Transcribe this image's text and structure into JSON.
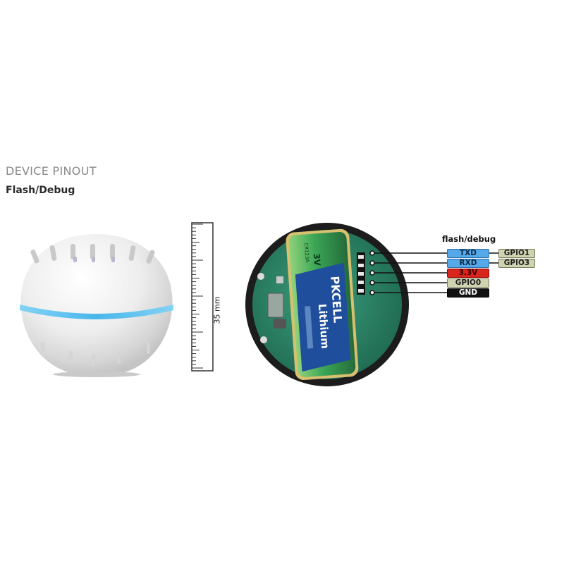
{
  "header": {
    "title": "DEVICE PINOUT",
    "subtitle": "Flash/Debug"
  },
  "ruler": {
    "label": "35 mm"
  },
  "battery": {
    "voltage": "3V",
    "model": "CR123A",
    "brand": "PKCELL",
    "type": "Lithium"
  },
  "pinout": {
    "title": "flash/debug",
    "pins": [
      {
        "label": "TXD",
        "gpio": "GPIO1",
        "color": "#56a9e8"
      },
      {
        "label": "RXD",
        "gpio": "GPIO3",
        "color": "#56a9e8"
      },
      {
        "label": "3.3V",
        "gpio": "",
        "color": "#d9261c"
      },
      {
        "label": "GPIO0",
        "gpio": "",
        "color": "#cfd3b0"
      },
      {
        "label": "GND",
        "gpio": "",
        "color": "#111111"
      }
    ]
  },
  "colors": {
    "accent_ring": "#3fb3ea",
    "pcb": "#2f8a6c",
    "battery_green": "#3aa556",
    "battery_blue": "#1f4e9c"
  }
}
